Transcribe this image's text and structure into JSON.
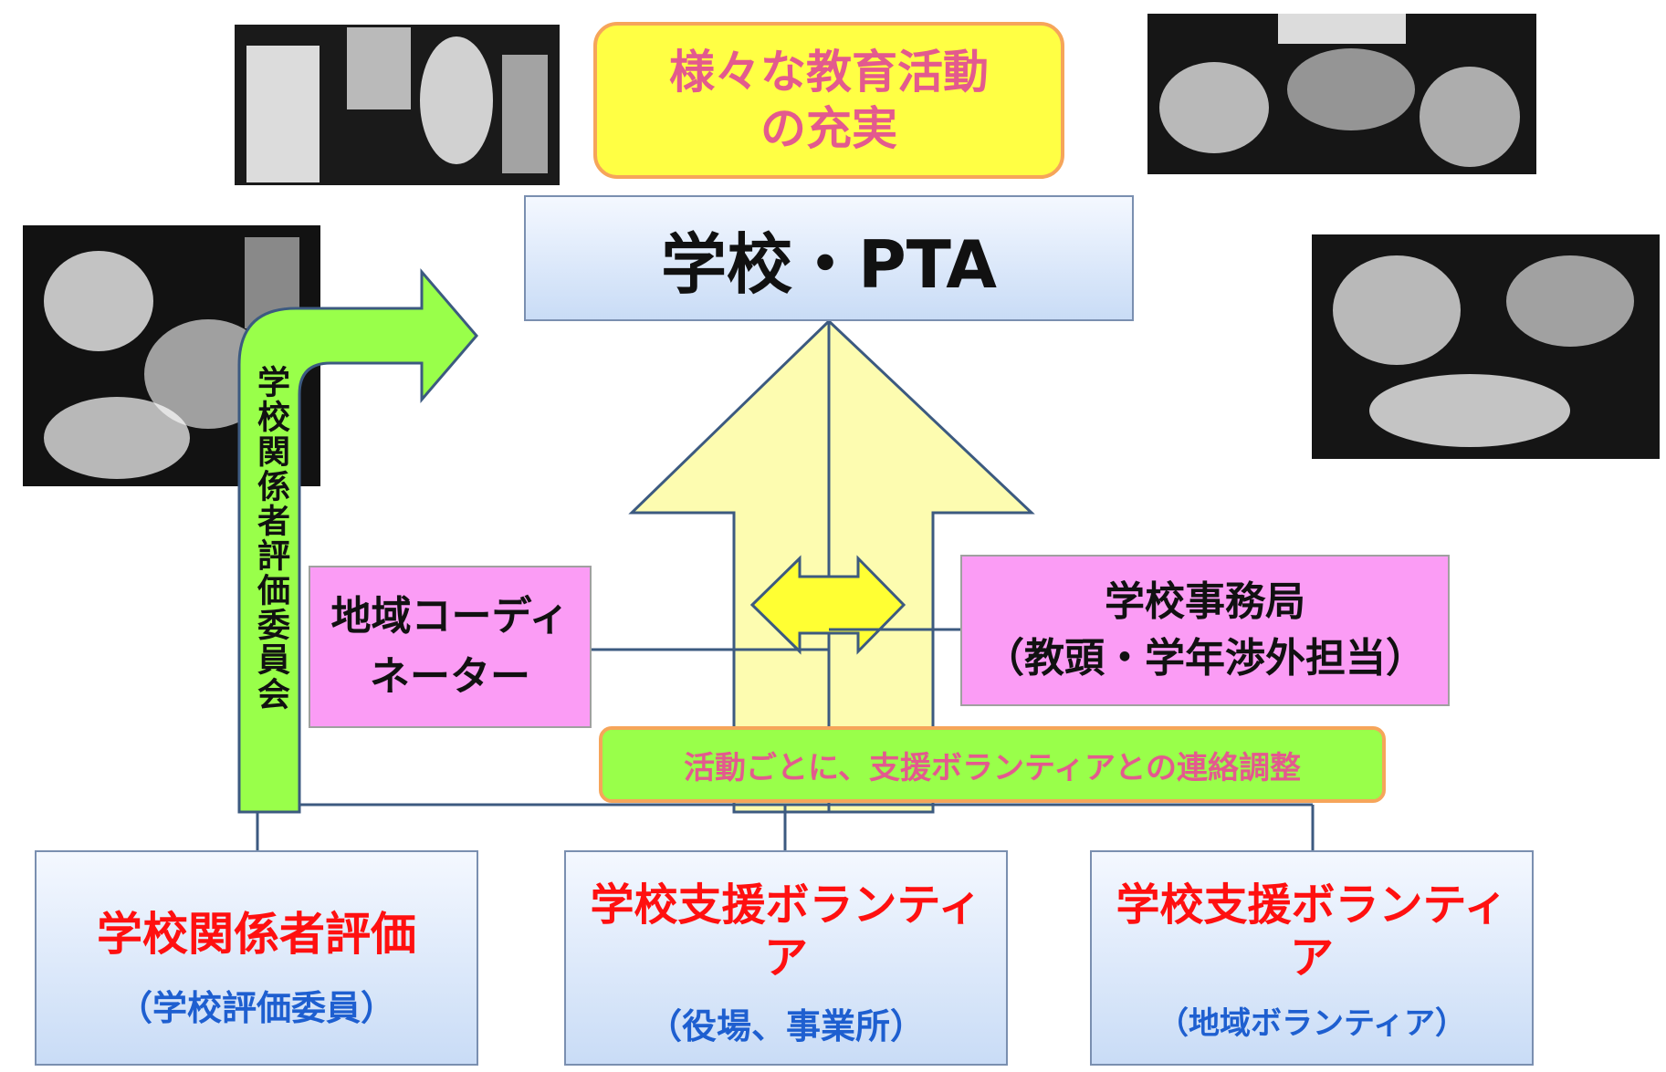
{
  "top_banner": {
    "line1": "様々な教育活動",
    "line2": "の充実"
  },
  "school_box": {
    "label": "学校・PTA"
  },
  "vertical_arrow_label": "学校関係者評価委員会",
  "coordinator_box": {
    "line1": "地域コーディ",
    "line2": "ネーター"
  },
  "office_box": {
    "line1": "学校事務局",
    "line2": "（教頭・学年渉外担当）"
  },
  "liaison_banner": {
    "label": "活動ごとに、支援ボランティアとの連絡調整"
  },
  "bottom_boxes": [
    {
      "title_line1": "学校関係者評価",
      "title_line2": "",
      "subtitle": "（学校評価委員）"
    },
    {
      "title_line1": "学校支援ボランティ",
      "title_line2": "ア",
      "subtitle": "（役場、事業所）"
    },
    {
      "title_line1": "学校支援ボランティ",
      "title_line2": "ア",
      "subtitle": "（地域ボランティア）"
    }
  ],
  "colors": {
    "yellow_banner": "#ffff44",
    "pink_box": "#fb9cf5",
    "green_arrow": "#99ff4a",
    "red_text": "#ff1010",
    "blue_text": "#1e5fd0",
    "big_arrow": "#fdfcb0",
    "double_arrow": "#ffff33"
  },
  "icons": [
    "photo-school-activity",
    "photo-group-activity",
    "photo-children-activity",
    "photo-cooking-activity",
    "bent-arrow-icon",
    "up-arrow-icon",
    "double-arrow-icon"
  ]
}
